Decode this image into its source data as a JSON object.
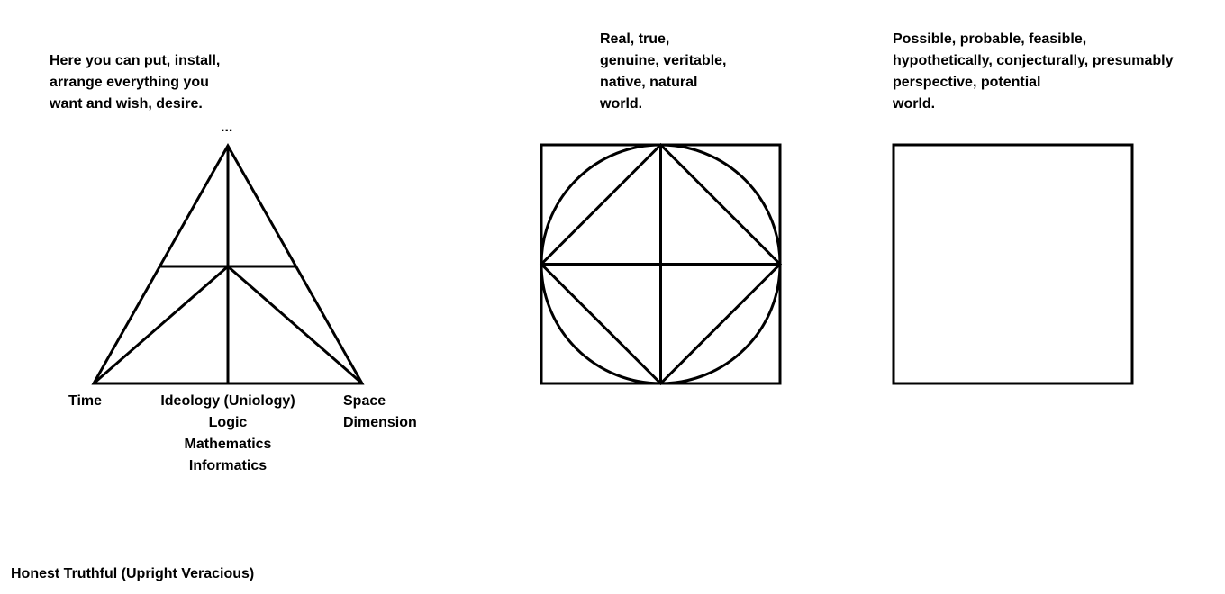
{
  "triangle_caption": {
    "lines": [
      "Here you can put, install,",
      "arrange everything you",
      "want and wish, desire."
    ],
    "apex": "..."
  },
  "triangle_labels": {
    "left": "Time",
    "center": [
      "Ideology (Uniology)",
      "Logic",
      "Mathematics",
      "Informatics"
    ],
    "right": [
      "Space",
      "Dimension"
    ]
  },
  "real_world_caption": {
    "lines": [
      "Real, true,",
      "genuine, veritable,",
      "native, natural",
      "world."
    ]
  },
  "possible_world_caption": {
    "lines": [
      "Possible, probable, feasible,",
      "hypothetically, conjecturally, presumably",
      "perspective, potential",
      "world."
    ]
  },
  "footer": {
    "text": "Honest Truthful (Upright Veracious)"
  }
}
